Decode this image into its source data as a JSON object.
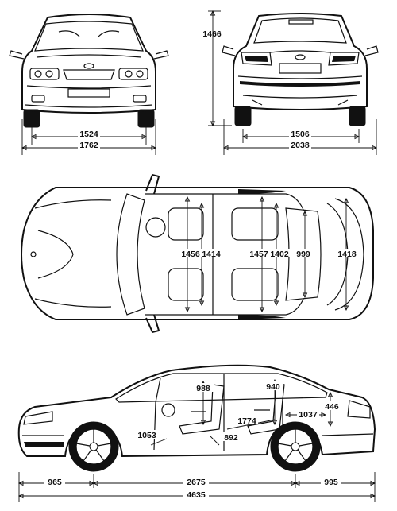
{
  "front_view": {
    "track_width": "1524",
    "overall_width": "1762"
  },
  "rear_view": {
    "overall_height": "1466",
    "track_width": "1506",
    "width_with_mirrors": "2038"
  },
  "top_view": {
    "front_shoulder_width": "1456",
    "front_hip_width": "1414",
    "rear_shoulder_width": "1457",
    "rear_hip_width": "1402",
    "trunk_opening_width": "999",
    "trunk_width": "1418"
  },
  "side_view": {
    "front_headroom": "988",
    "rear_headroom": "940",
    "front_legroom": "1053",
    "rear_legroom": "892",
    "seat_to_trunk": "1774",
    "trunk_length": "1037",
    "trunk_height": "446",
    "front_overhang": "965",
    "wheelbase": "2675",
    "rear_overhang": "995",
    "overall_length": "4635"
  }
}
